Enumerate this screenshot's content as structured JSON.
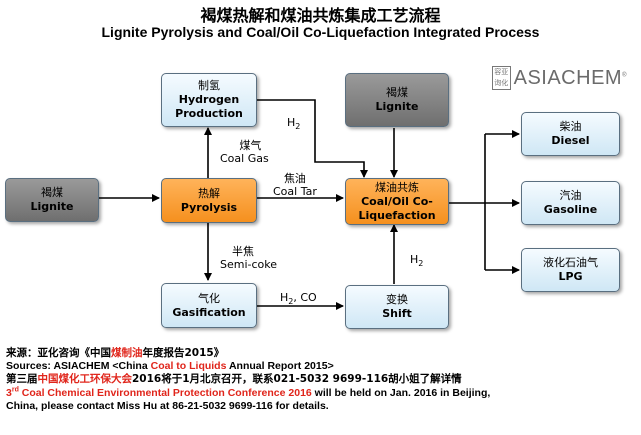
{
  "title": {
    "cn": "褐煤热解和煤油共炼集成工艺流程",
    "en": "Lignite Pyrolysis and Coal/Oil Co-Liquefaction Integrated Process"
  },
  "logo": {
    "seal_chars": [
      "容",
      "亚",
      "询",
      "化"
    ],
    "text": "ASIACHEM",
    "reg": "®"
  },
  "nodes": {
    "lignite_in": {
      "cn": "褐煤",
      "en": "Lignite"
    },
    "hydrogen": {
      "cn": "制氢",
      "en1": "Hydrogen",
      "en2": "Production"
    },
    "pyrolysis": {
      "cn": "热解",
      "en": "Pyrolysis"
    },
    "gasification": {
      "cn": "气化",
      "en": "Gasification"
    },
    "lignite_top": {
      "cn": "褐煤",
      "en": "Lignite"
    },
    "coliq": {
      "cn": "煤油共炼",
      "en1": "Coal/Oil Co-",
      "en2": "Liquefaction"
    },
    "shift": {
      "cn": "变换",
      "en": "Shift"
    },
    "diesel": {
      "cn": "柴油",
      "en": "Diesel"
    },
    "gasoline": {
      "cn": "汽油",
      "en": "Gasoline"
    },
    "lpg": {
      "cn": "液化石油气",
      "en": "LPG"
    }
  },
  "edge_labels": {
    "coal_gas_cn": "煤气",
    "coal_gas_en": "Coal Gas",
    "coal_tar_cn": "焦油",
    "coal_tar_en": "Coal Tar",
    "semi_coke_cn": "半焦",
    "semi_coke_en": "Semi-coke",
    "h2_top": "H",
    "h2_top_sub": "2",
    "h2_right": "H",
    "h2_right_sub": "2",
    "h2co": "H",
    "h2co_sub": "2",
    "h2co_rest": ", CO"
  },
  "footer": {
    "l1_a": "来源：亚化咨询《中国",
    "l1_red": "煤制油",
    "l1_b": "年度报告2015》",
    "l2_a": "Sources: ASIACHEM <China ",
    "l2_red": "Coal to Liquids",
    "l2_b": " Annual Report 2015>",
    "l3_a": "第三届",
    "l3_red": "中国煤化工环保大会",
    "l3_b": "2016将于1月北京召开，联系021-5032 9699-116胡小姐了解详情",
    "l4_sup": "rd",
    "l4_red_a": "3",
    "l4_red_b": " Coal Chemical Environmental Protection Conference 2016",
    "l4_b": " will be held on Jan. 2016 in Beijing,",
    "l5": "China, please contact Miss Hu at 86-21-5032 9699-116 for details."
  },
  "colors": {
    "box_blue": "#cfe7f5",
    "box_gray": "#6f6f6f",
    "box_orange": "#f5901e",
    "highlight_red": "#e0251b"
  }
}
